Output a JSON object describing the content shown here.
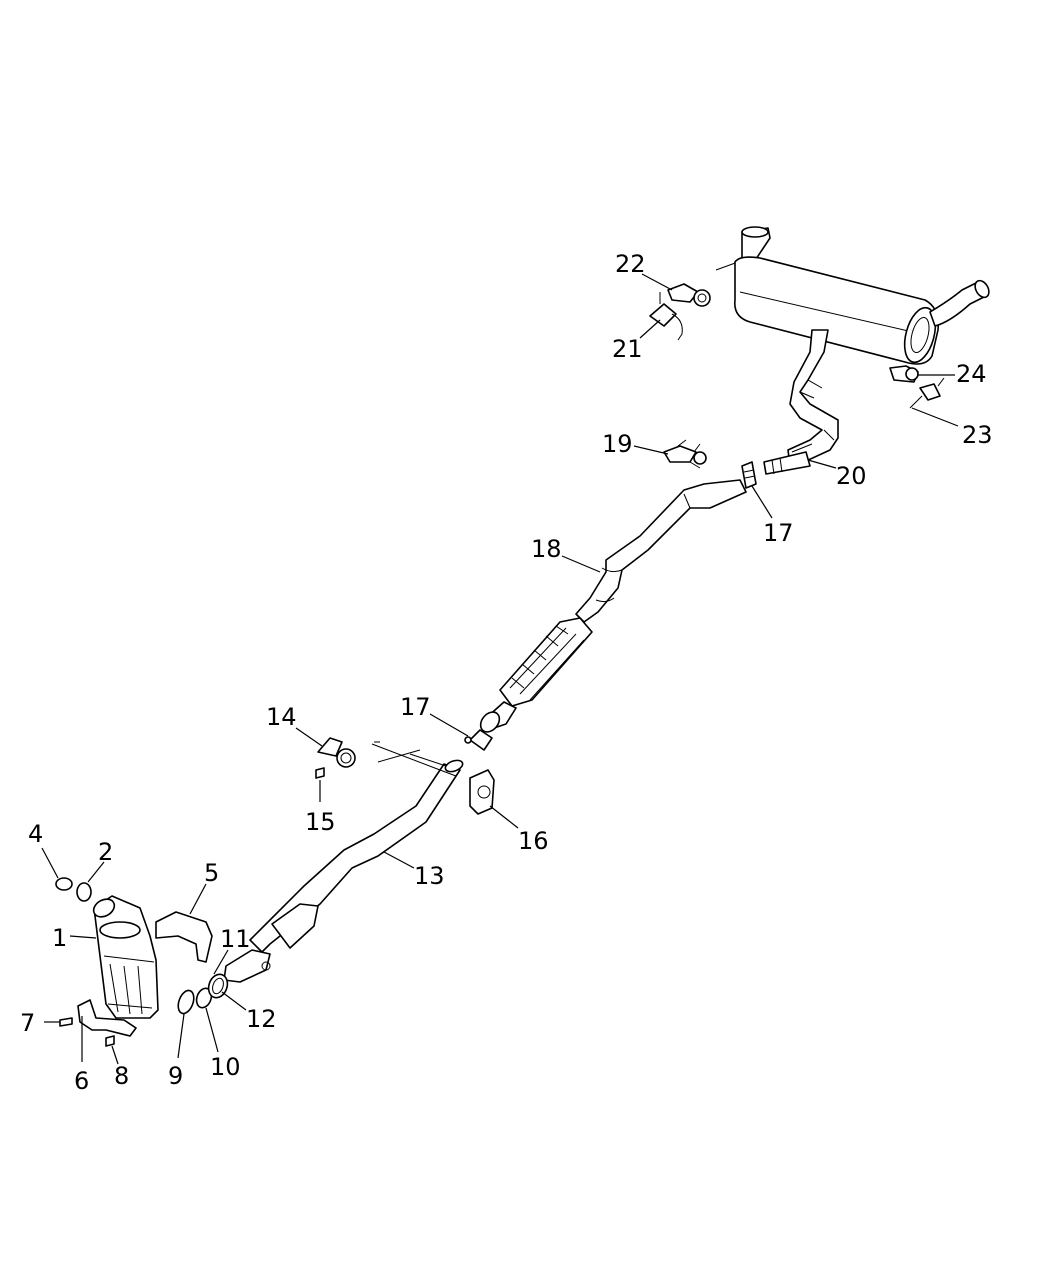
{
  "callouts": [
    {
      "id": "c1",
      "label": "1"
    },
    {
      "id": "c2",
      "label": "2"
    },
    {
      "id": "c4",
      "label": "4"
    },
    {
      "id": "c5",
      "label": "5"
    },
    {
      "id": "c6",
      "label": "6"
    },
    {
      "id": "c7",
      "label": "7"
    },
    {
      "id": "c8",
      "label": "8"
    },
    {
      "id": "c9",
      "label": "9"
    },
    {
      "id": "c10",
      "label": "10"
    },
    {
      "id": "c11",
      "label": "11"
    },
    {
      "id": "c12",
      "label": "12"
    },
    {
      "id": "c13",
      "label": "13"
    },
    {
      "id": "c14",
      "label": "14"
    },
    {
      "id": "c15",
      "label": "15"
    },
    {
      "id": "c16",
      "label": "16"
    },
    {
      "id": "c17a",
      "label": "17"
    },
    {
      "id": "c17b",
      "label": "17"
    },
    {
      "id": "c18",
      "label": "18"
    },
    {
      "id": "c19",
      "label": "19"
    },
    {
      "id": "c20",
      "label": "20"
    },
    {
      "id": "c21",
      "label": "21"
    },
    {
      "id": "c22",
      "label": "22"
    },
    {
      "id": "c23",
      "label": "23"
    },
    {
      "id": "c24",
      "label": "24"
    }
  ]
}
